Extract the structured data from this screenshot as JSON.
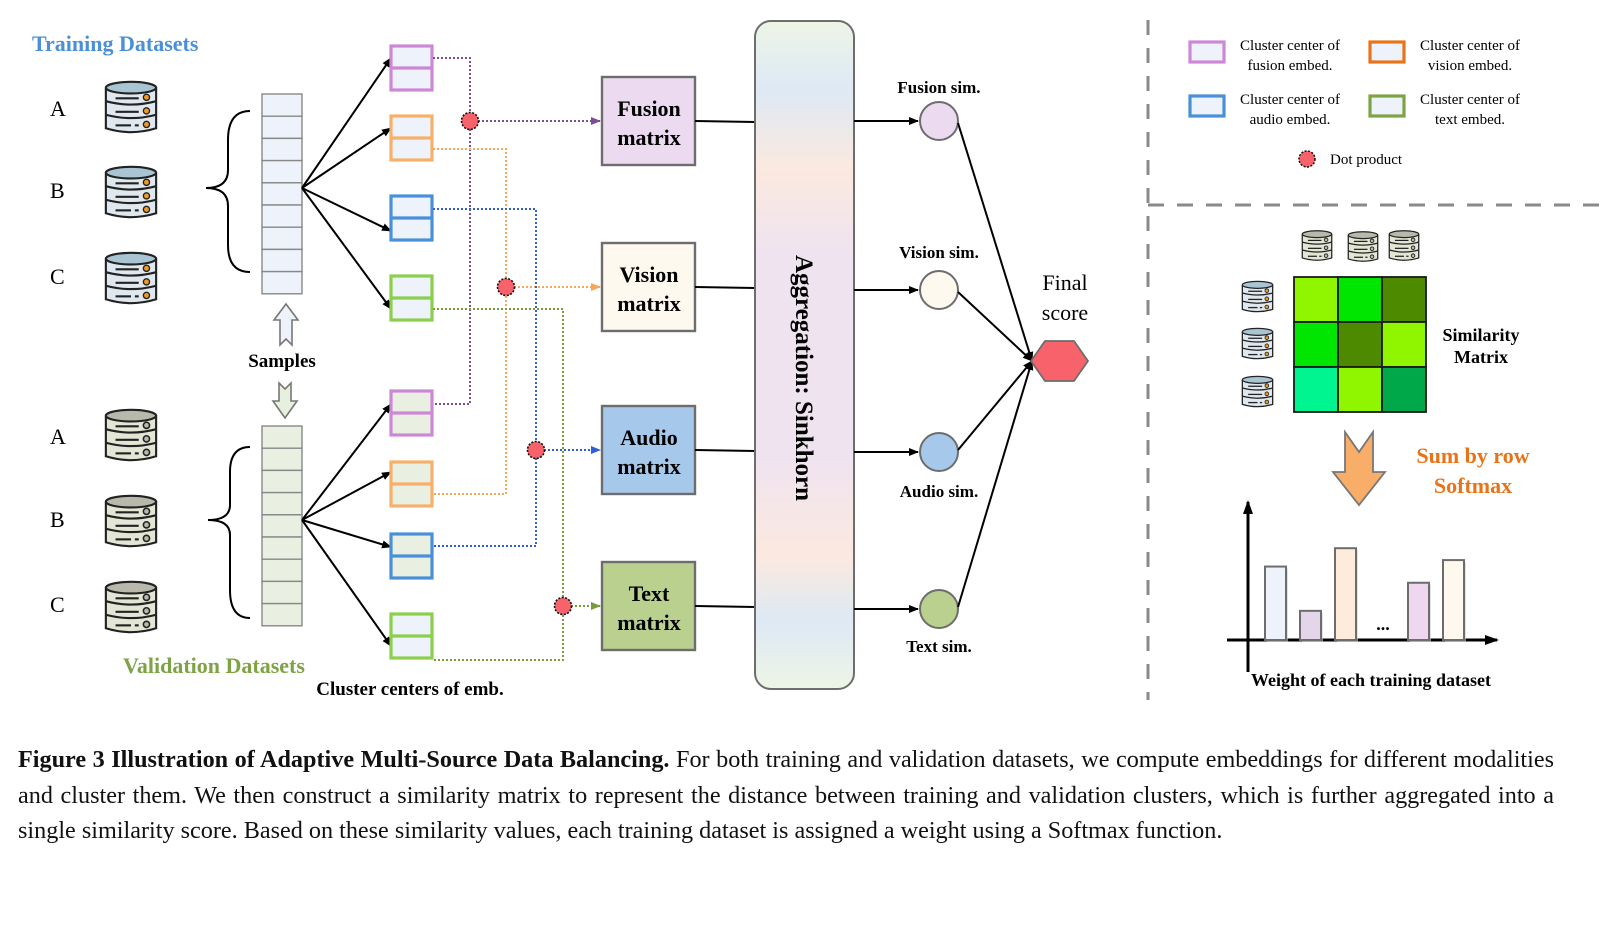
{
  "training": {
    "title": "Training Datasets",
    "title_color": "#4a90d9",
    "labels": [
      "A",
      "B",
      "C"
    ]
  },
  "validation": {
    "title": "Validation Datasets",
    "title_color": "#7ea345",
    "labels": [
      "A",
      "B",
      "C"
    ]
  },
  "samples_label": "Samples",
  "cluster_caption": "Cluster centers of emb.",
  "modalities": [
    {
      "key": "fusion",
      "matrix_line1": "Fusion",
      "matrix_line2": "matrix",
      "sim_label": "Fusion sim.",
      "border": "#cc88d6",
      "line": "#7a4f94",
      "fill": "#ecdaf0"
    },
    {
      "key": "vision",
      "matrix_line1": "Vision",
      "matrix_line2": "matrix",
      "sim_label": "Vision sim.",
      "border": "#f6b06a",
      "line": "#f6a85a",
      "fill": "#fdf9ee"
    },
    {
      "key": "audio",
      "matrix_line1": "Audio",
      "matrix_line2": "matrix",
      "sim_label": "Audio sim.",
      "border": "#4a90d9",
      "line": "#2f5fd6",
      "fill": "#a6c8ea"
    },
    {
      "key": "text",
      "matrix_line1": "Text",
      "matrix_line2": "matrix",
      "sim_label": "Text sim.",
      "border": "#8ccf4c",
      "line": "#7a9a3c",
      "fill": "#b9d08e"
    }
  ],
  "aggregation_label": "Aggregation: Sinkhorn",
  "final_score": {
    "line1": "Final",
    "line2": "score",
    "color": "#f8636b"
  },
  "legend": {
    "items": [
      {
        "line1": "Cluster center of",
        "line2": "fusion embed.",
        "color": "#cc88d6"
      },
      {
        "line1": "Cluster center of",
        "line2": "vision embed.",
        "color": "#e8741a"
      },
      {
        "line1": "Cluster center of",
        "line2": "audio embed.",
        "color": "#4a90d9"
      },
      {
        "line1": "Cluster center of",
        "line2": "text embed.",
        "color": "#7ea345"
      }
    ],
    "dot_label": "Dot product",
    "dot_color": "#f8636b"
  },
  "similarity": {
    "label_line1": "Similarity",
    "label_line2": "Matrix",
    "cells": [
      [
        "#8ff600",
        "#00e600",
        "#4e8a00"
      ],
      [
        "#00e600",
        "#4e8a00",
        "#8ff600"
      ],
      [
        "#00f590",
        "#8ff600",
        "#00a84a"
      ]
    ]
  },
  "step_label_line1": "Sum by row",
  "step_label_line2": "Softmax",
  "step_color": "#e8741a",
  "weights_chart": {
    "caption": "Weight of each training dataset",
    "ellipsis": "...",
    "bars": [
      {
        "value": 0.68,
        "color": "#eef3fb"
      },
      {
        "value": 0.27,
        "color": "#e2d6e8"
      },
      {
        "value": 0.85,
        "color": "#fdebdc"
      },
      {
        "value": 0.53,
        "color": "#efd7ef"
      },
      {
        "value": 0.74,
        "color": "#fdf9ee"
      }
    ]
  },
  "caption": {
    "lead": "Figure 3  Illustration of Adaptive Multi-Source Data Balancing.",
    "body": " For both training and validation datasets, we compute embeddings for different modalities and cluster them.  We then construct a similarity matrix to represent the distance between training and validation clusters, which is further aggregated into a single similarity score.  Based on these similarity values, each training dataset is assigned a weight using a Softmax function."
  }
}
